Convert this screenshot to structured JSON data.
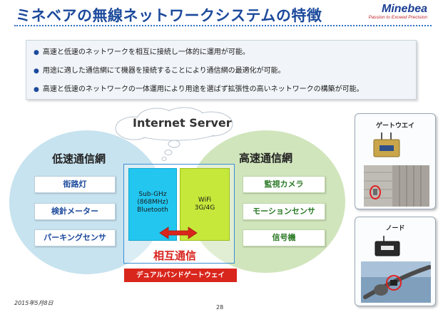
{
  "header": {
    "title": "ミネベアの無線ネットワークシステムの特徴",
    "logo_name": "Minebea",
    "logo_tagline": "Passion to Exceed Precision"
  },
  "bullets": [
    "高速と低速のネットワークを相互に接続し一体的に運用が可能。",
    "用途に適した通信網にて機器を接続することにより通信網の最適化が可能。",
    "高速と低速のネットワークの一体運用により用途を選ばず拡張性の高いネットワークの構築が可能。"
  ],
  "diagram": {
    "cloud_label": "Internet Server",
    "low_speed": {
      "title": "低速通信網",
      "items": [
        "街路灯",
        "検針メーター",
        "パーキングセンサ"
      ]
    },
    "high_speed": {
      "title": "高速通信網",
      "items": [
        "監視カメラ",
        "モーションセンサ",
        "信号機"
      ]
    },
    "subghz": {
      "line1": "Sub-GHz",
      "line2": "(868MHz)",
      "line3": "Bluetooth"
    },
    "wifi": {
      "line1": "WiFi",
      "line2": "3G/4G"
    },
    "mutual_label": "相互通信",
    "gateway_label": "デュアルバンドゲートウェイ"
  },
  "panels": {
    "gateway_label": "ゲートウエイ",
    "node_label": "ノード"
  },
  "footer": {
    "date": "2015年5月8日",
    "page": "28"
  },
  "colors": {
    "title_blue": "#1c4a9c",
    "low_circle": "#c7e3ef",
    "high_circle": "#d1e5bc",
    "subghz_cyan": "#22c6ef",
    "wifi_lime": "#c6e83a",
    "accent_red": "#d9261c"
  }
}
